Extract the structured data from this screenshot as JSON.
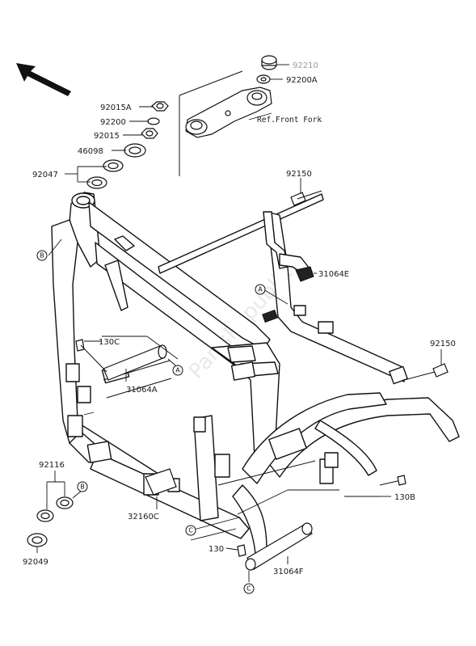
{
  "labels": {
    "p92210": "92210",
    "p92200A": "92200A",
    "p92015A": "92015A",
    "p92200": "92200",
    "p92015": "92015",
    "p46098": "46098",
    "p92047": "92047",
    "p92150_top": "92150",
    "p92150_right": "92150",
    "p31064E": "31064E",
    "p130C": "130C",
    "p31064A": "31064A",
    "p92116": "92116",
    "p92049": "92049",
    "p32160C": "32160C",
    "p130B": "130B",
    "p130": "130",
    "p31064F": "31064F",
    "ref_front_fork": "Ref.Front Fork"
  },
  "refs": {
    "A": "A",
    "B": "B",
    "C": "C"
  },
  "watermark": "PartsRepublik",
  "colors": {
    "ink": "#111111",
    "grey_label": "#9a9a9a",
    "background": "#ffffff"
  },
  "icons": {
    "direction_arrow": "arrow-front-left-icon"
  }
}
